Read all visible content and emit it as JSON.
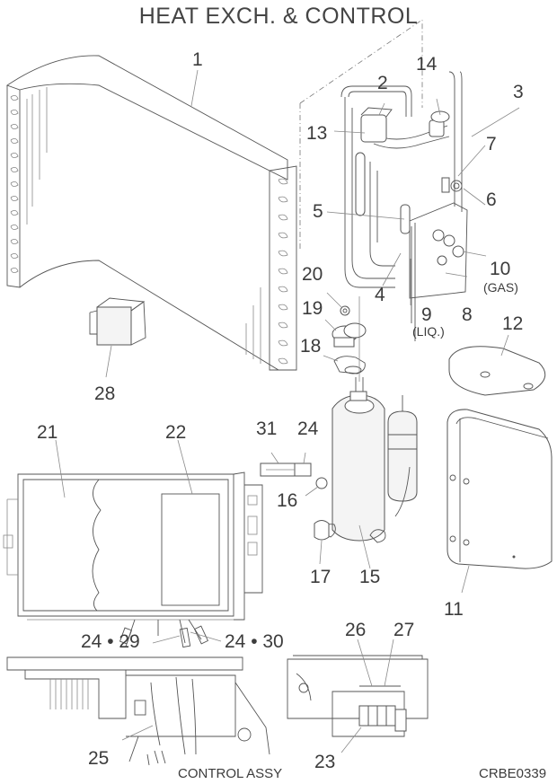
{
  "title": "HEAT EXCH. & CONTROL",
  "section_caption": "CONTROL ASSY",
  "drawing_code": "CRBE0339",
  "callouts": [
    {
      "id": "1",
      "text": "1"
    },
    {
      "id": "2",
      "text": "2"
    },
    {
      "id": "3",
      "text": "3"
    },
    {
      "id": "4",
      "text": "4"
    },
    {
      "id": "5",
      "text": "5"
    },
    {
      "id": "6",
      "text": "6"
    },
    {
      "id": "7",
      "text": "7"
    },
    {
      "id": "8",
      "text": "8"
    },
    {
      "id": "9",
      "text": "9",
      "note": "(LIQ.)"
    },
    {
      "id": "10",
      "text": "10",
      "note": "(GAS)"
    },
    {
      "id": "11",
      "text": "11"
    },
    {
      "id": "12",
      "text": "12"
    },
    {
      "id": "13",
      "text": "13"
    },
    {
      "id": "14",
      "text": "14"
    },
    {
      "id": "15",
      "text": "15"
    },
    {
      "id": "16",
      "text": "16"
    },
    {
      "id": "17",
      "text": "17"
    },
    {
      "id": "18",
      "text": "18"
    },
    {
      "id": "19",
      "text": "19"
    },
    {
      "id": "20",
      "text": "20"
    },
    {
      "id": "21",
      "text": "21"
    },
    {
      "id": "22",
      "text": "22"
    },
    {
      "id": "23",
      "text": "23"
    },
    {
      "id": "24",
      "text": "24"
    },
    {
      "id": "24-29",
      "text": "24 • 29"
    },
    {
      "id": "24-30",
      "text": "24 • 30"
    },
    {
      "id": "25",
      "text": "25"
    },
    {
      "id": "26",
      "text": "26"
    },
    {
      "id": "27",
      "text": "27"
    },
    {
      "id": "28",
      "text": "28"
    },
    {
      "id": "31",
      "text": "31"
    }
  ]
}
